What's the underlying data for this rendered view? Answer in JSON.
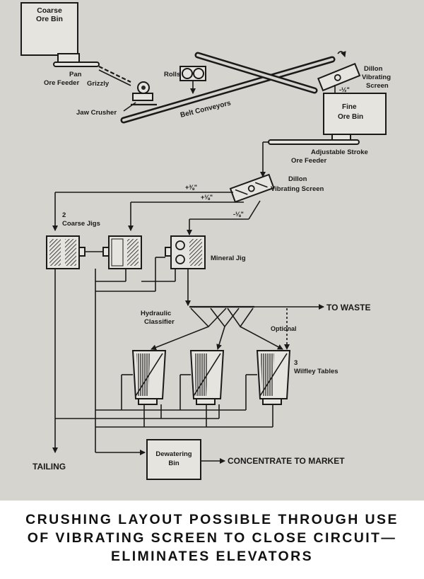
{
  "diagram": {
    "labels": {
      "coarse_ore_bin_1": "Coarse",
      "coarse_ore_bin_2": "Ore Bin",
      "pan_feeder_1": "Pan",
      "pan_feeder_2": "Ore Feeder",
      "grizzly": "Grizzly",
      "rolls": "Rolls",
      "jaw_crusher": "Jaw Crusher",
      "belt_conveyors": "Belt Conveyors",
      "dillon_top_1": "Dillon",
      "dillon_top_2": "Vibrating",
      "dillon_top_3": "Screen",
      "fraction_half": "-½\"",
      "fine_bin_1": "Fine",
      "fine_bin_2": "Ore Bin",
      "adjustable_1": "Adjustable Stroke",
      "adjustable_2": "Ore Feeder",
      "dillon_mid_1": "Dillon",
      "dillon_mid_2": "Vibrating Screen",
      "size_plus_3_8": "+⅜\"",
      "size_plus_1_8": "+⅛\"",
      "size_minus_1_8": "-⅛\"",
      "coarse_jigs_1": "2",
      "coarse_jigs_2": "Coarse Jigs",
      "mineral_jig": "Mineral Jig",
      "hydraulic_1": "Hydraulic",
      "hydraulic_2": "Classifier",
      "to_waste": "TO WASTE",
      "optional": "Optional",
      "wilfley_1": "3",
      "wilfley_2": "Wilfley Tables",
      "dewatering_1": "Dewatering",
      "dewatering_2": "Bin",
      "tailing": "TAILING",
      "concentrate": "CONCENTRATE TO MARKET"
    }
  },
  "caption": {
    "line1": "CRUSHING LAYOUT POSSIBLE THROUGH USE",
    "line2": "OF VIBRATING SCREEN TO CLOSE CIRCUIT—",
    "line3": "ELIMINATES ELEVATORS"
  }
}
